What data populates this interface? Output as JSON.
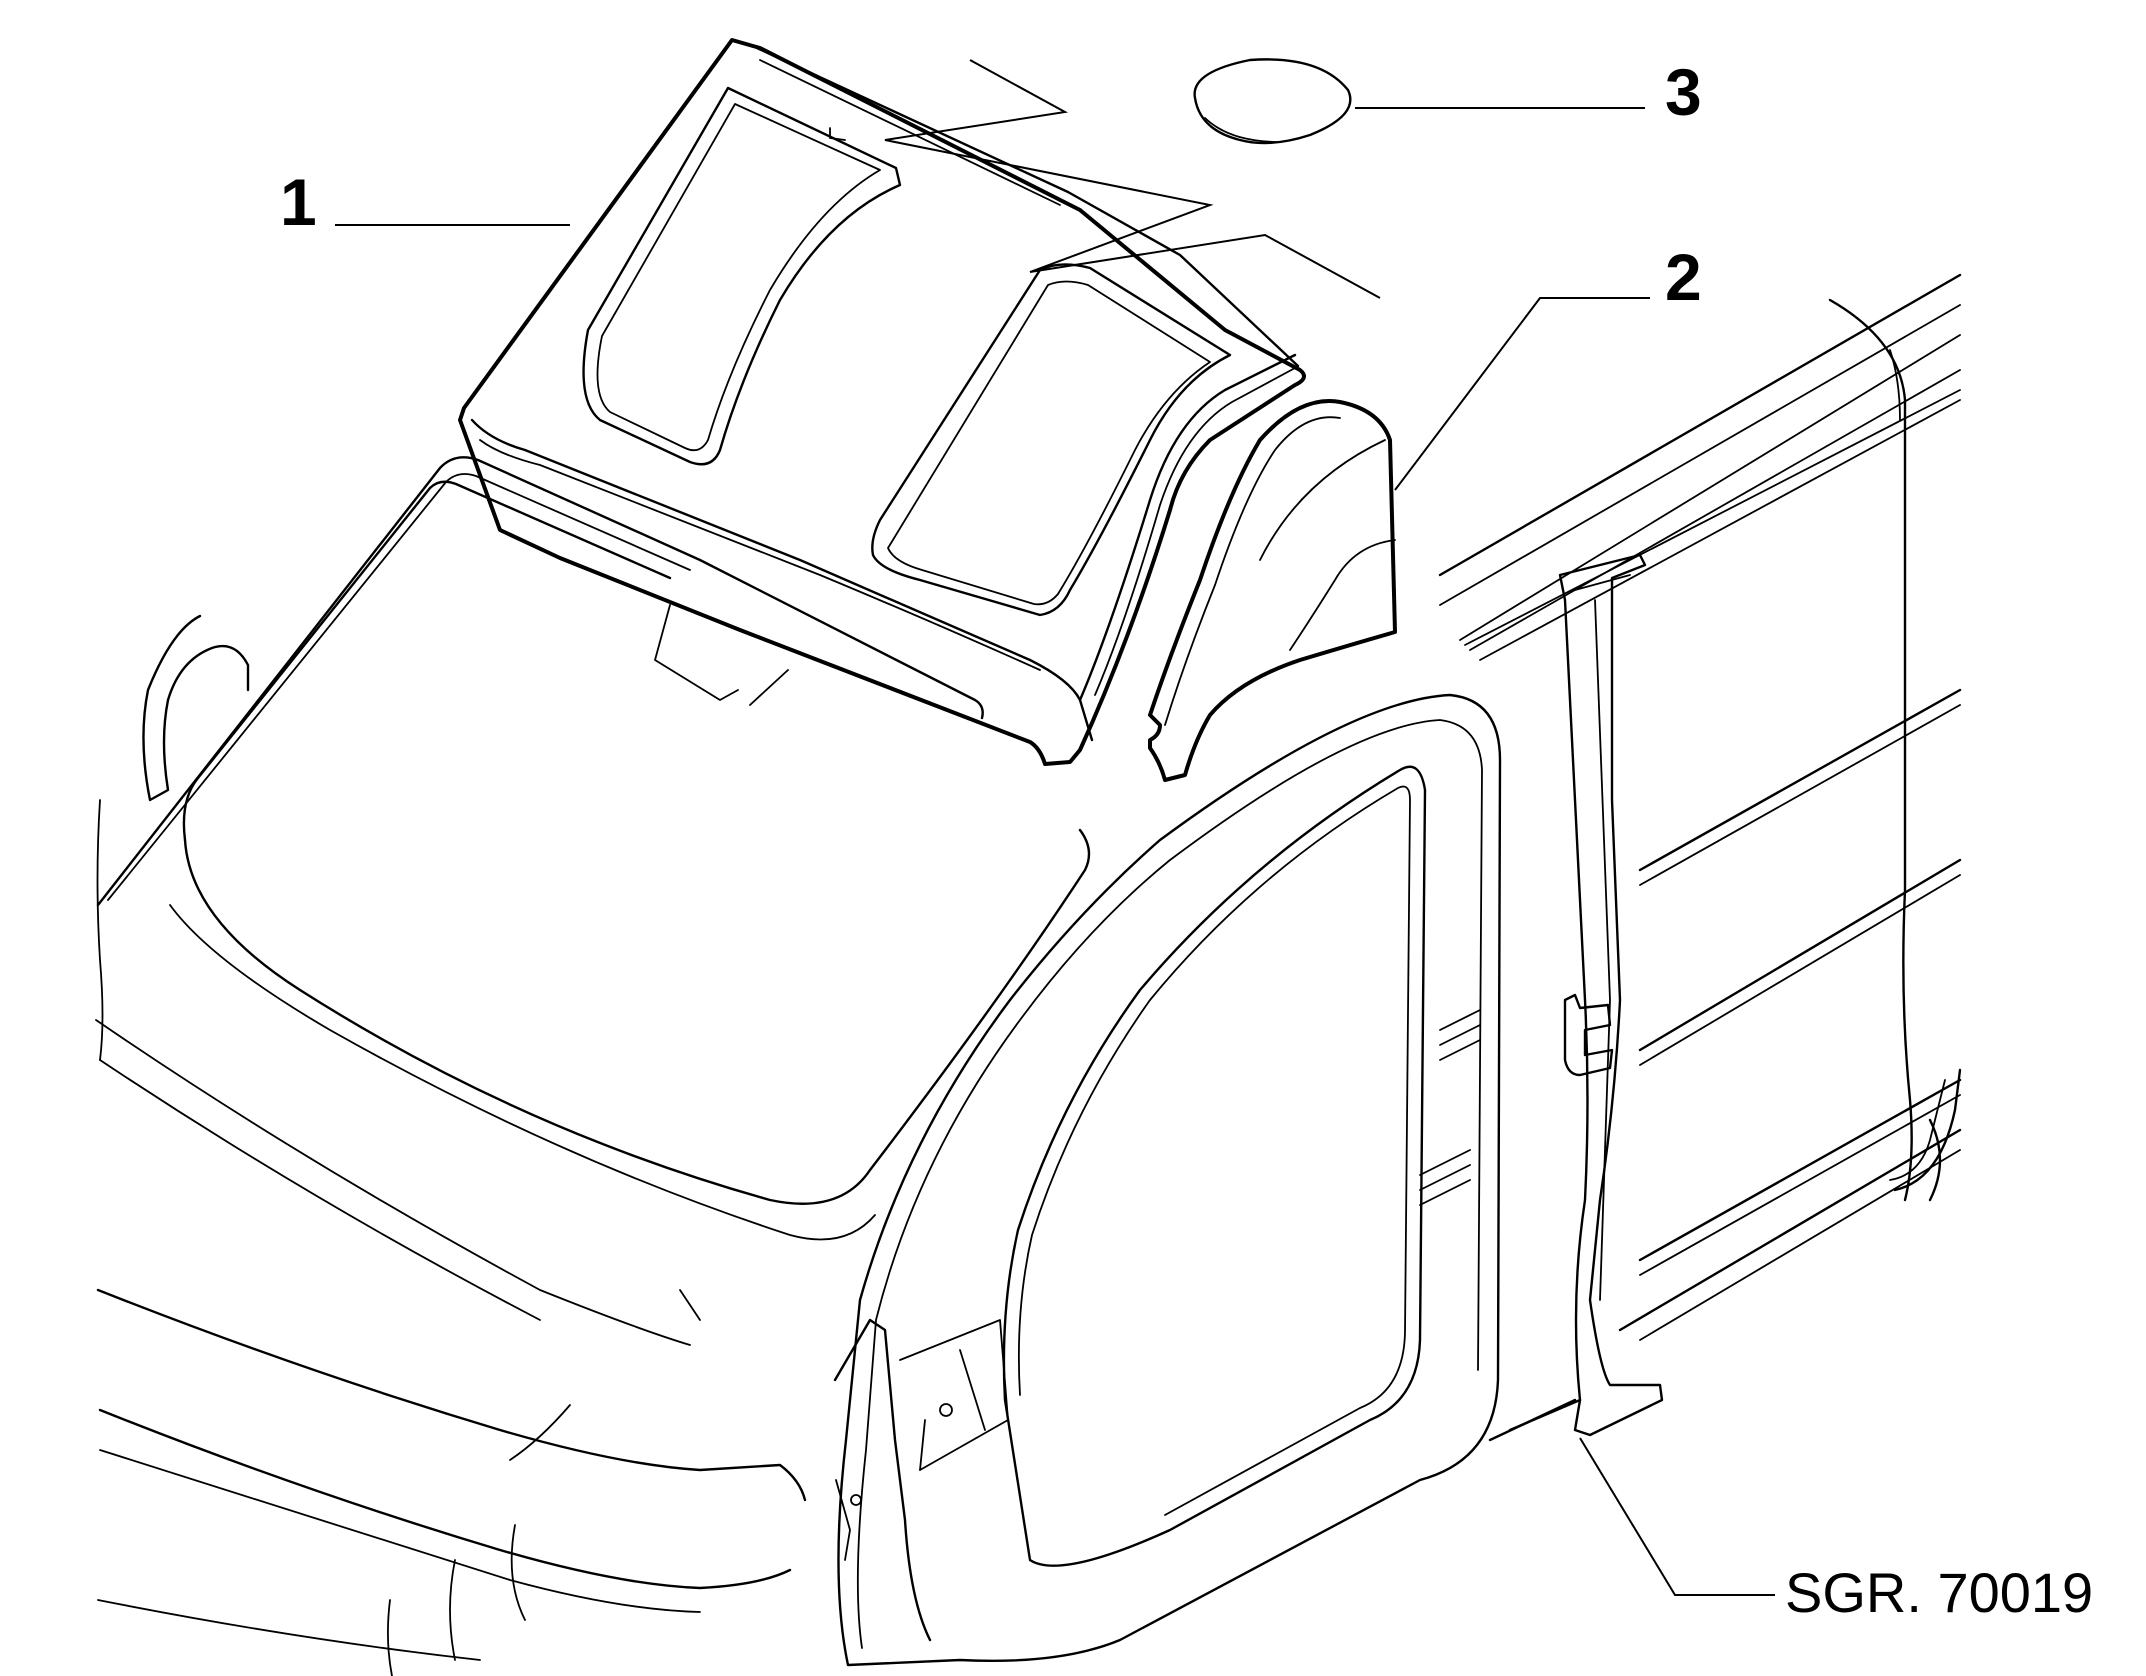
{
  "callouts": {
    "c1": "1",
    "c2": "2",
    "c3": "3"
  },
  "reference": "SGR. 70019"
}
